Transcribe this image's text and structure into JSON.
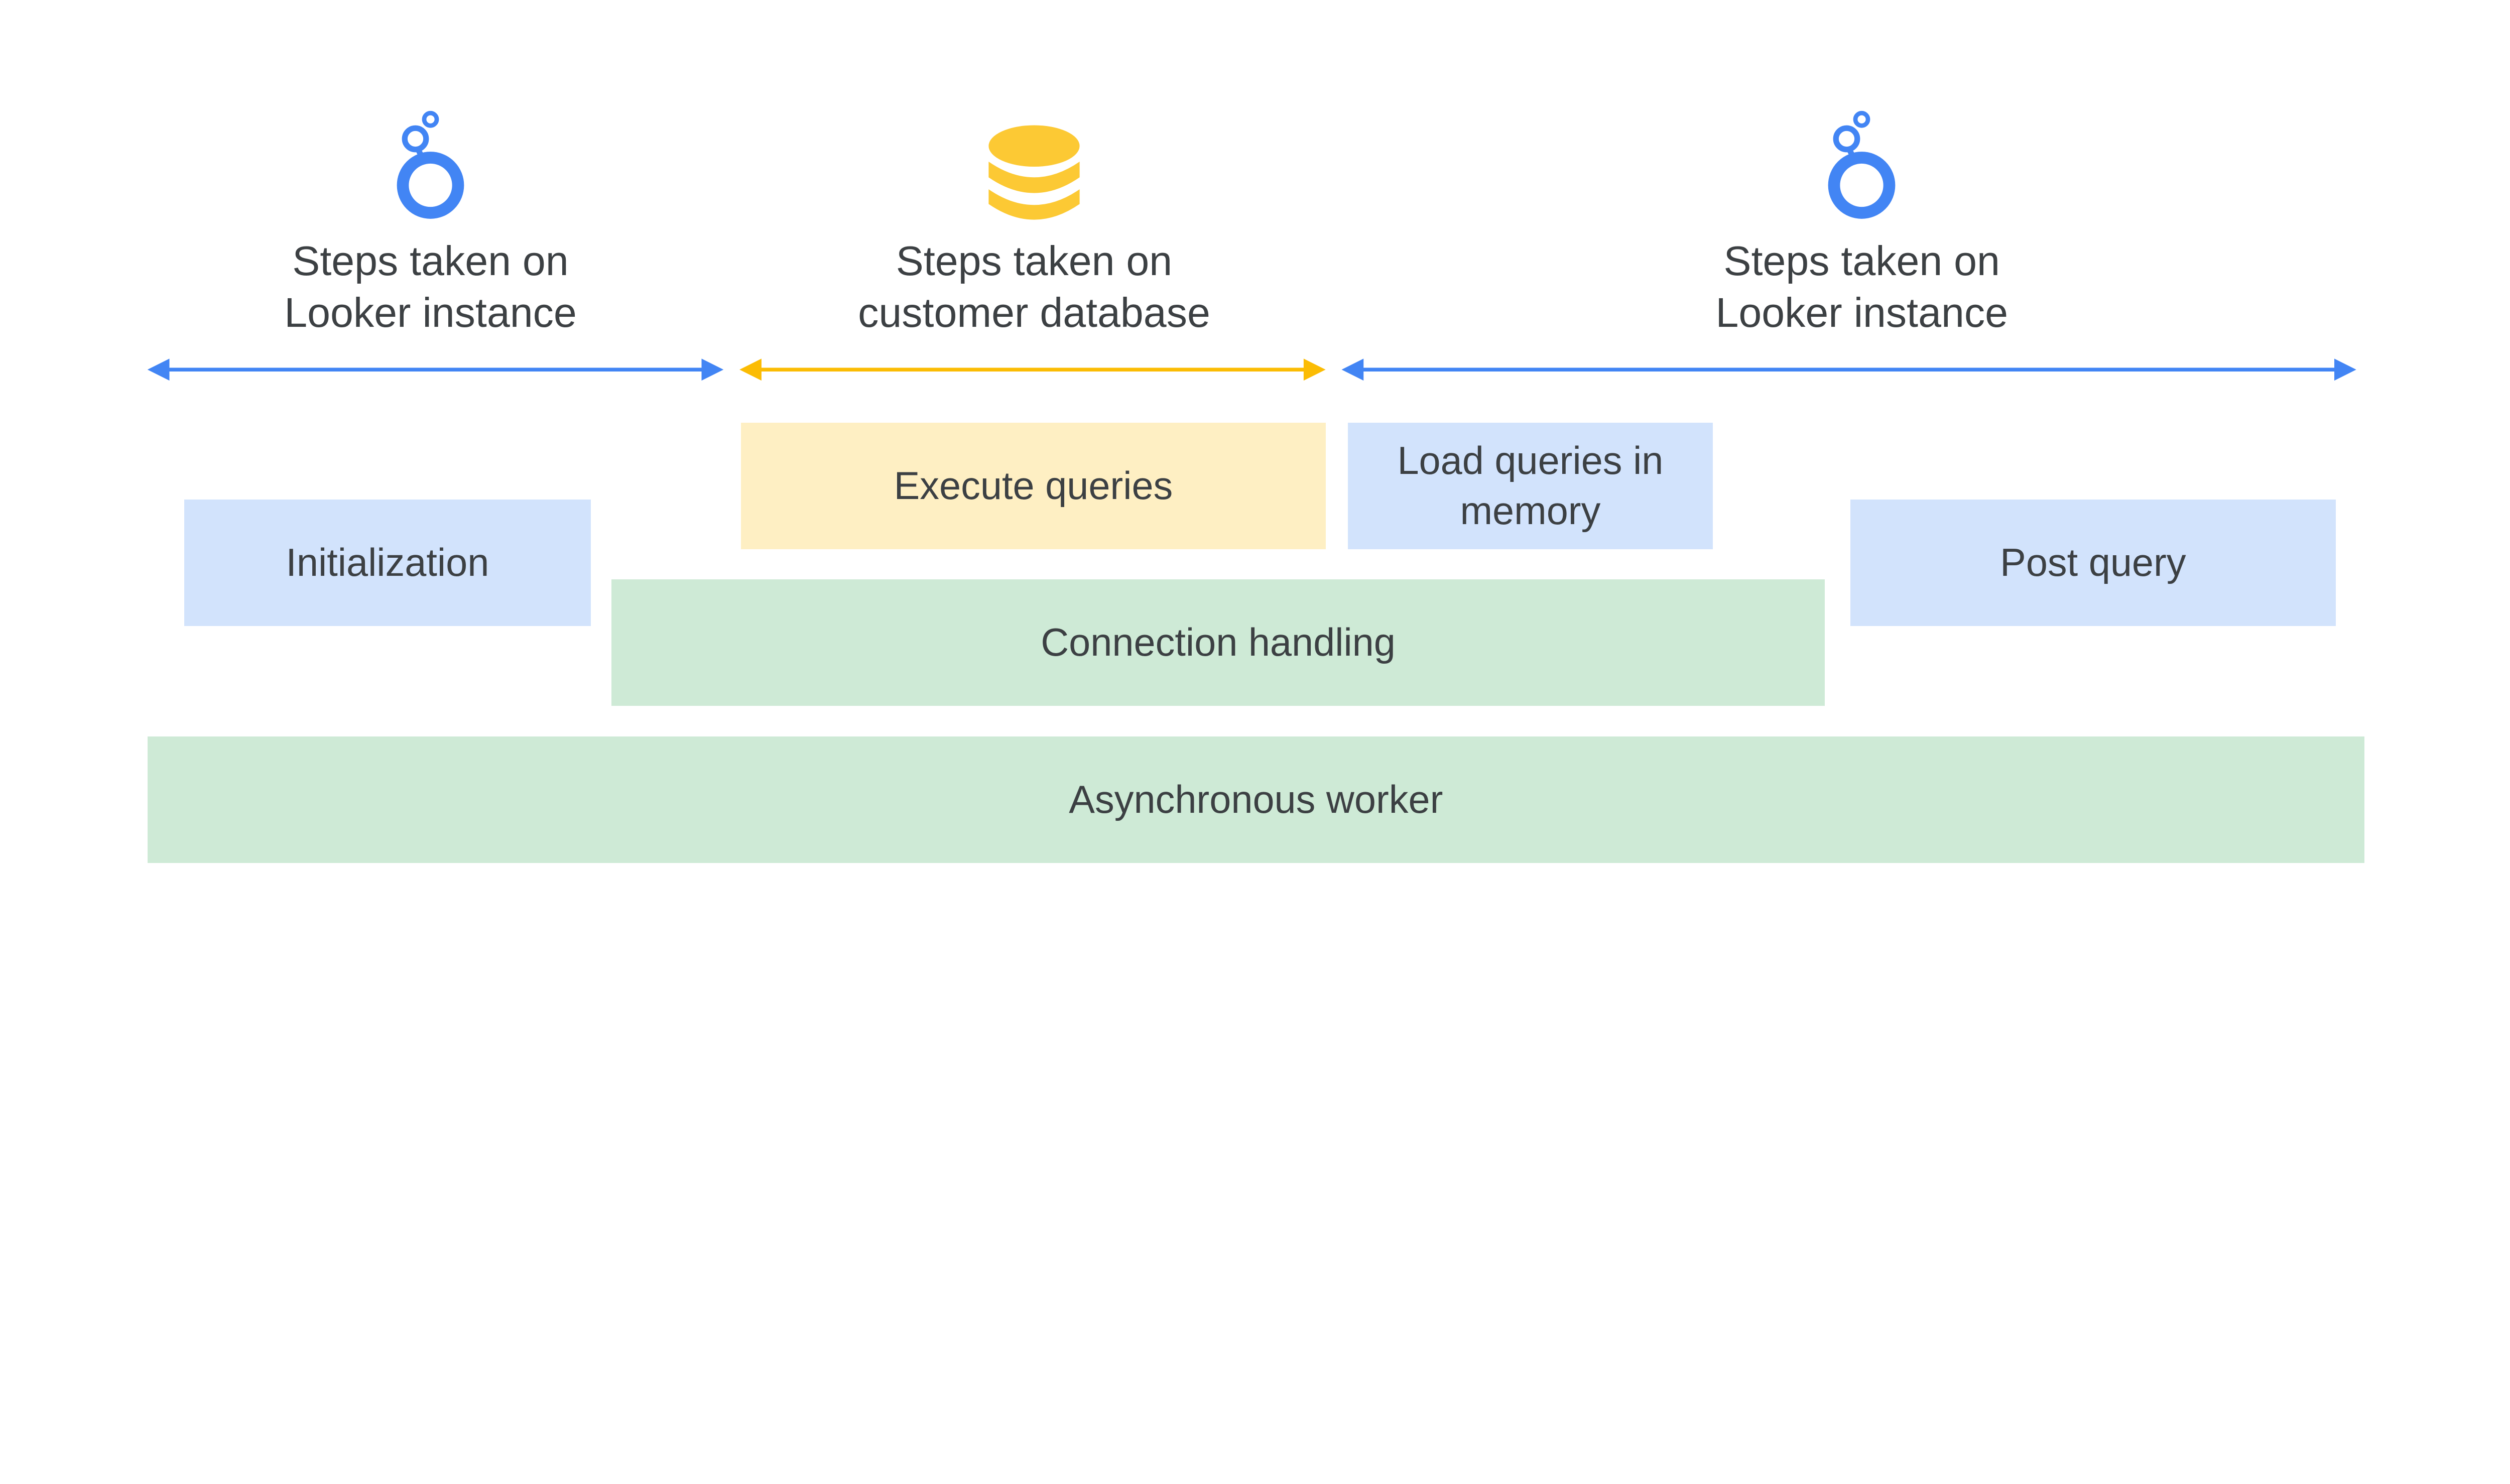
{
  "colors": {
    "looker_blue": "#4285f4",
    "database_yellow": "#fcc934",
    "box_blue": "#d2e3fc",
    "box_yellow": "#feefc3",
    "box_green": "#ceead6",
    "text": "#3c4043"
  },
  "sections": [
    {
      "icon": "looker-logo-icon",
      "line1": "Steps taken on",
      "line2": "Looker instance"
    },
    {
      "icon": "database-icon",
      "line1": "Steps taken on",
      "line2": "customer database"
    },
    {
      "icon": "looker-logo-icon",
      "line1": "Steps taken on",
      "line2": "Looker instance"
    }
  ],
  "boxes": {
    "initialization": "Initialization",
    "execute_queries": "Execute queries",
    "load_queries": "Load queries in memory",
    "post_query": "Post query",
    "connection_handling": "Connection handling",
    "asynchronous_worker": "Asynchronous worker"
  }
}
